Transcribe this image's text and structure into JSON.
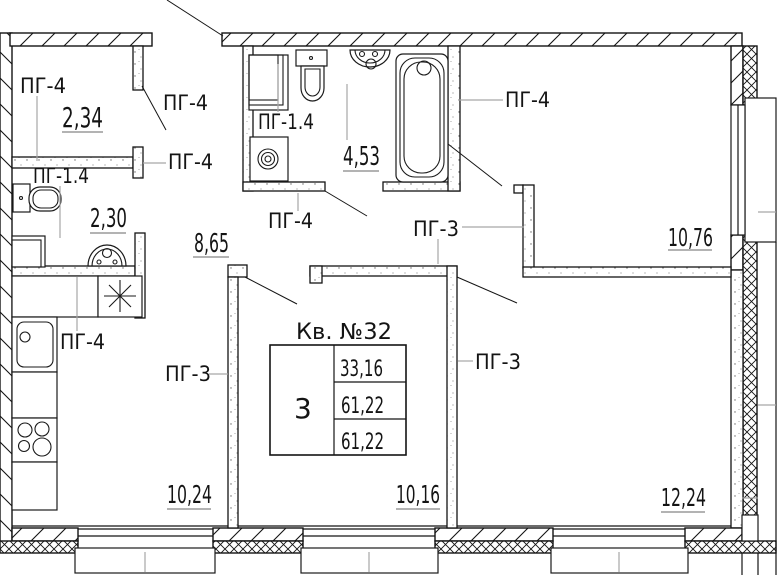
{
  "apartment": {
    "title": "Кв. №32",
    "rooms_count": "3",
    "living_area": "33,16",
    "floor_area": "61,22",
    "total_area": "61,22"
  },
  "areas": {
    "vestibule": "2,34",
    "wc": "2,30",
    "bathroom": "4,53",
    "hallway": "8,65",
    "room_right": "10,76",
    "kitchen": "10,24",
    "room_middle": "10,16",
    "room_corner": "12,24"
  },
  "partitions": {
    "pg4": "ПГ-4",
    "pg1_4": "ПГ-1.4",
    "pg3": "ПГ-3"
  }
}
